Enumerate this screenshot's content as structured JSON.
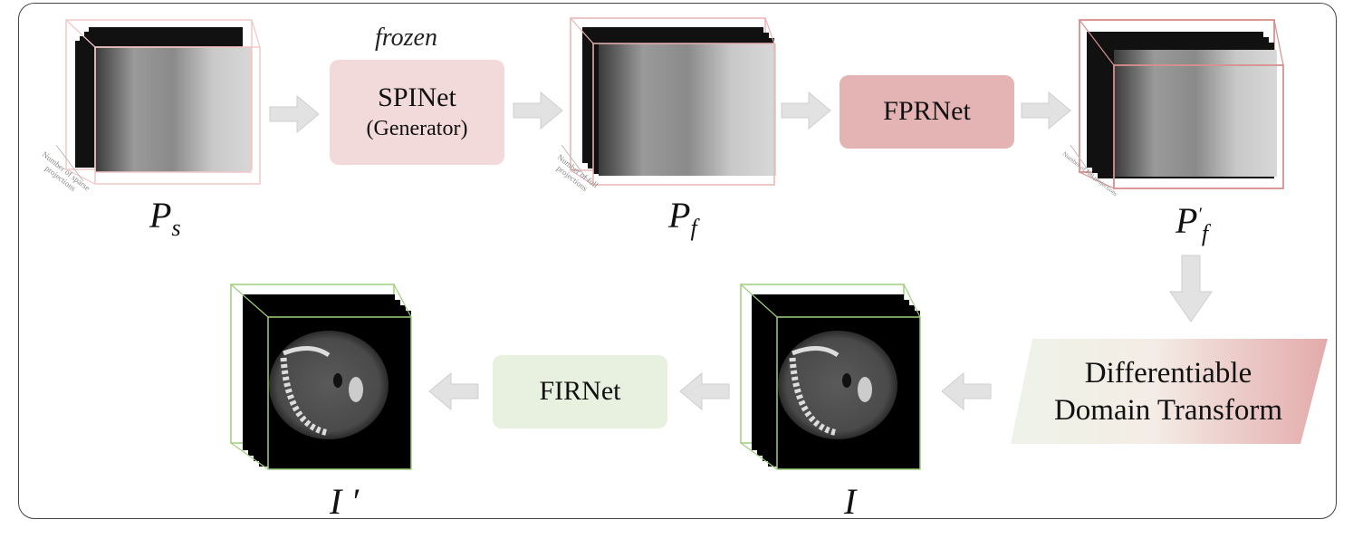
{
  "top_annotation": "frozen",
  "boxes": {
    "spinet": {
      "title": "SPINet",
      "subtitle": "(Generator)"
    },
    "fprnet": {
      "title": "FPRNet"
    },
    "firnet": {
      "title": "FIRNet"
    },
    "ddt": {
      "line1": "Differentiable",
      "line2": "Domain Transform"
    }
  },
  "stacks": {
    "ps": {
      "label_base": "P",
      "label_sub": "s",
      "side_label": "Number of sparse projections"
    },
    "pf": {
      "label_base": "P",
      "label_sub": "f",
      "side_label": "Number of full projections"
    },
    "pfp": {
      "label_base": "P",
      "label_sub": "f",
      "label_sup": "′",
      "side_label": "Number of full projections"
    },
    "i": {
      "label": "I"
    },
    "ip": {
      "label": "I ′"
    }
  },
  "colors": {
    "spinet_fill": "#f2dada",
    "fprnet_fill": "#e4b3b4",
    "firnet_fill": "#e8f0e0",
    "projection_edge": "#e9b4b4",
    "ct_edge": "#9fcf7c",
    "arrow": "#e2e2e2"
  }
}
